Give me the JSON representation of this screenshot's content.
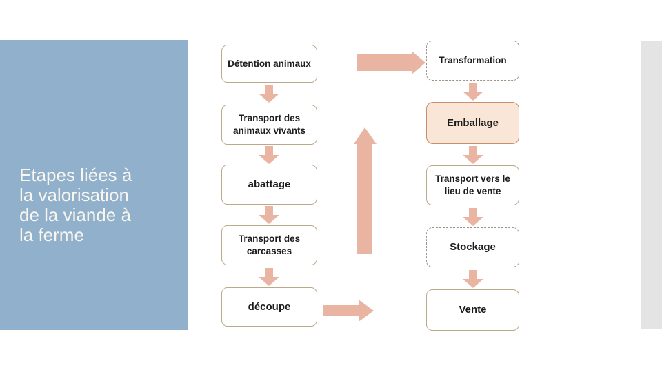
{
  "slide": {
    "title": "Etapes liées à la valorisation de la viande à la ferme"
  },
  "flow": {
    "left_column": [
      {
        "label": "Détention animaux"
      },
      {
        "label": "Transport des animaux vivants"
      },
      {
        "label": "abattage"
      },
      {
        "label": "Transport des carcasses"
      },
      {
        "label": "découpe"
      }
    ],
    "right_column": [
      {
        "label": "Transformation"
      },
      {
        "label": "Emballage"
      },
      {
        "label": "Transport vers le lieu de vente"
      },
      {
        "label": "Stockage"
      },
      {
        "label": "Vente"
      }
    ]
  },
  "colors": {
    "panel-blue": "#91b0cb",
    "title-text": "#f8f6ef",
    "arrow-salmon": "#e9b5a2",
    "box-border-tan": "#bca98b",
    "dashed-border": "#9d9284",
    "emballage-border": "#c98e6d",
    "emballage-fill": "#fae6d7",
    "accent-bar-gray": "#e4e4e4",
    "box-text": "#1c1c1c"
  }
}
